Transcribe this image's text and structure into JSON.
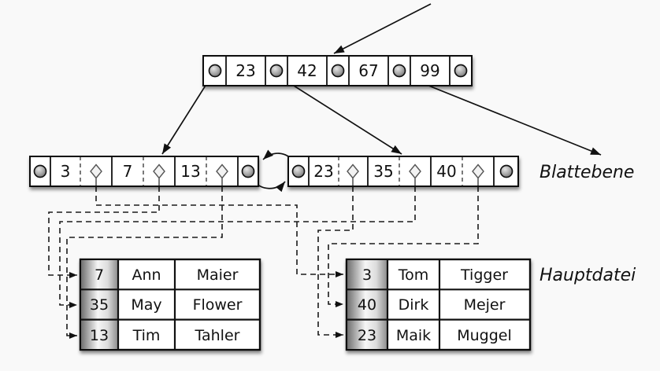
{
  "colors": {
    "background": "#f9f9f9",
    "ink": "#111111",
    "key_column_gradient": [
      "#6f6f6f",
      "#f6f6f6",
      "#8a8a8a"
    ]
  },
  "labels": {
    "leaf_level": "Blattebene",
    "main_file": "Hauptdatei"
  },
  "root_node": {
    "keys": [
      "23",
      "42",
      "67",
      "99"
    ]
  },
  "leaf_nodes": [
    {
      "keys": [
        "3",
        "7",
        "13"
      ]
    },
    {
      "keys": [
        "23",
        "35",
        "40"
      ]
    }
  ],
  "tables": [
    {
      "rows": [
        [
          "7",
          "Ann",
          "Maier"
        ],
        [
          "35",
          "May",
          "Flower"
        ],
        [
          "13",
          "Tim",
          "Tahler"
        ]
      ]
    },
    {
      "rows": [
        [
          "3",
          "Tom",
          "Tigger"
        ],
        [
          "40",
          "Dirk",
          "Mejer"
        ],
        [
          "23",
          "Maik",
          "Muggel"
        ]
      ]
    }
  ],
  "icons": {
    "pointer_circle": "sphere",
    "record_pointer": "diamond",
    "arrow": "filled-triangle"
  }
}
